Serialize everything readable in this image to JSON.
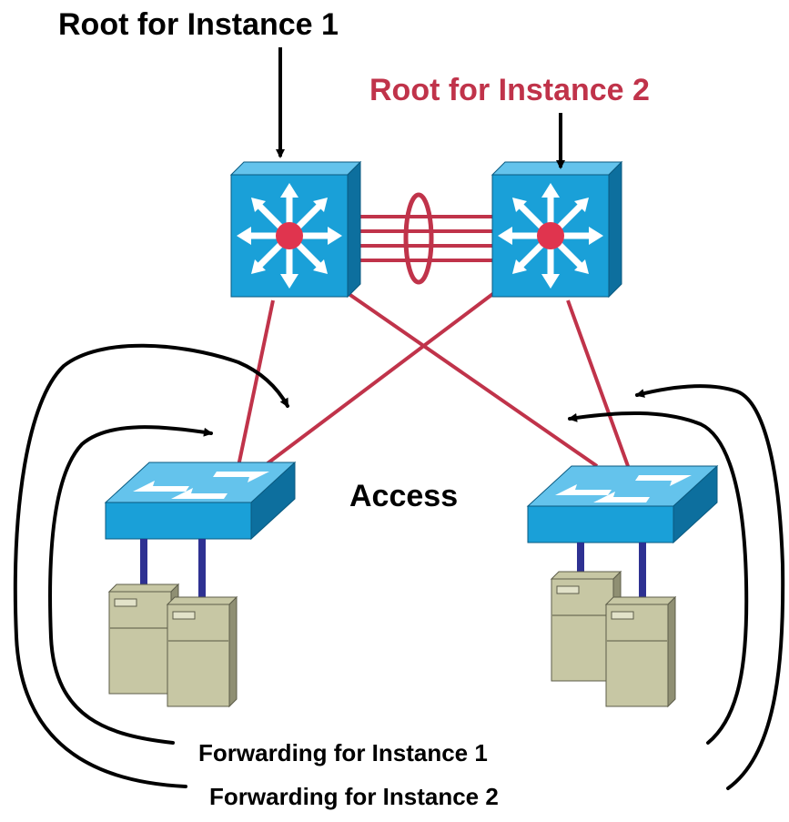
{
  "labels": {
    "root_instance_1": "Root for Instance 1",
    "root_instance_2": "Root for Instance 2",
    "access": "Access",
    "forwarding_instance_1": "Forwarding for Instance 1",
    "forwarding_instance_2": "Forwarding for Instance 2"
  },
  "colors": {
    "link": "#c0334a",
    "root_instance_2_text": "#c0334a",
    "switch_face": "#1aa0d8",
    "switch_side": "#0d6f9e",
    "switch_top": "#64c3ec",
    "switch_center": "#e0344e",
    "server_body": "#c7c7a4",
    "server_shade": "#8f8f73",
    "server_cable": "#2e3192",
    "arrows": "#000000"
  },
  "icons": {
    "core_switch": "multilayer-switch-icon",
    "access_switch": "workgroup-switch-icon",
    "server": "server-icon"
  }
}
